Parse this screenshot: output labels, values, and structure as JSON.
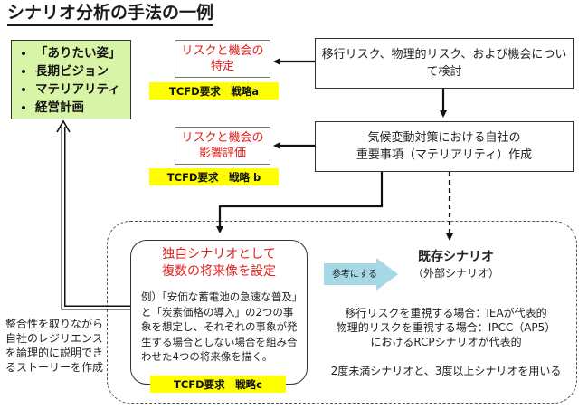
{
  "title": "シナリオ分析の手法の一例",
  "goals": [
    "「ありたい姿」",
    "長期ビジョン",
    "マテリアリティ",
    "経営計画"
  ],
  "step1": {
    "label_line1": "リスクと機会の",
    "label_line2": "特定",
    "badge": "TCFD要求　戦略a",
    "desc_line1": "移行リスク、物理的リスク、および機会につい",
    "desc_line2": "て検討"
  },
  "step2": {
    "label_line1": "リスクと機会の",
    "label_line2": "影響評価",
    "badge": "TCFD要求　戦略 b",
    "desc_line1": "気候変動対策における自社の",
    "desc_line2": "重要事項（マテリアリティ）作成"
  },
  "own_scenario": {
    "title_line1": "独自シナリオとして",
    "title_line2": "複数の将来像を設定",
    "body": "例）「安価な蓄電池の急速な普及」と「炭素価格の導入」の2つの事象を想定し、それぞれの事象が発生する場合としない場合を組み合わせた4つの将来像を描く。",
    "badge": "TCFD要求　戦略c"
  },
  "reference_label": "参考にする",
  "existing_scenario": {
    "title": "既存シナリオ",
    "subtitle": "（外部シナリオ）",
    "line1": "移行リスクを重視する場合：IEAが代表的",
    "line2": "物理的リスクを重視する場合：IPCC（AP5）",
    "line3": "におけるRCPシナリオが代表的",
    "note": "2度未満シナリオと、3度以上シナリオを用いる"
  },
  "side_note": "整合性を取りながら自社のレジリエンスを論理的に説明できるストーリーを作成",
  "colors": {
    "goals_bg": "#d8f4a6",
    "badge": "#ffff00",
    "red_text": "#e0201c",
    "ref_arrow": "#a6d8e8"
  }
}
